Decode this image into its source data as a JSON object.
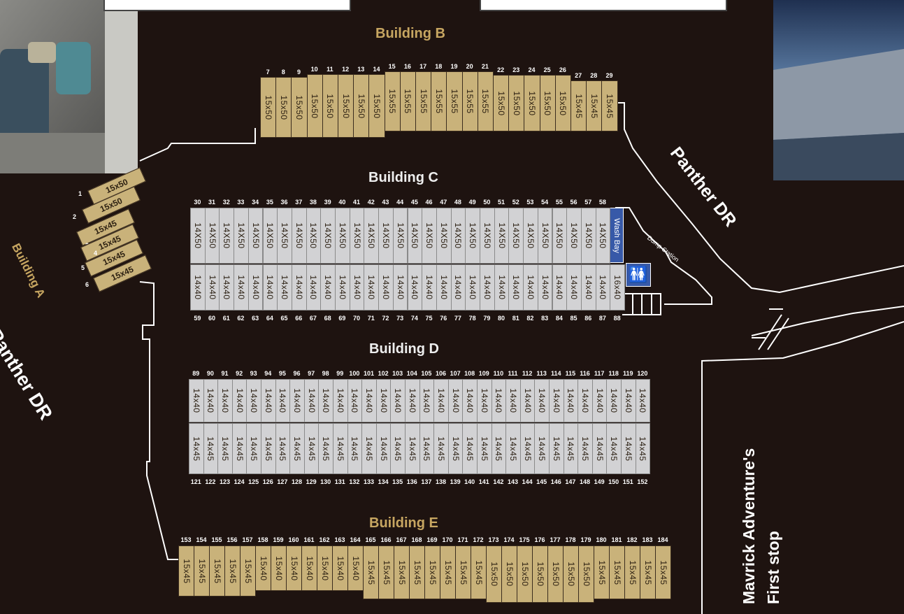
{
  "buildings": {
    "a": "Building A",
    "b": "Building B",
    "c": "Building C",
    "d": "Building D",
    "e": "Building E"
  },
  "roads": {
    "panther_left": "Panther DR",
    "panther_right": "Panther DR",
    "mavrick_line1": "Mavrick Adventure's",
    "mavrick_line2": "First stop"
  },
  "facilities": {
    "wash_bay": "Wash Bay",
    "dump_station": "Dump Station",
    "restroom_icon": "restroom-icon"
  },
  "building_a_units": [
    {
      "num": "1",
      "size": "15x50"
    },
    {
      "num": "2",
      "size": "15x50"
    },
    {
      "num": "3",
      "size": "15x45"
    },
    {
      "num": "4",
      "size": "15x45"
    },
    {
      "num": "5",
      "size": "15x45"
    },
    {
      "num": "6",
      "size": "15x45"
    }
  ],
  "building_b_units": [
    {
      "num": "7",
      "size": "15x50"
    },
    {
      "num": "8",
      "size": "15x50"
    },
    {
      "num": "9",
      "size": "15x50"
    },
    {
      "num": "10",
      "size": "15x50"
    },
    {
      "num": "11",
      "size": "15x50"
    },
    {
      "num": "12",
      "size": "15x50"
    },
    {
      "num": "13",
      "size": "15x50"
    },
    {
      "num": "14",
      "size": "15x50"
    },
    {
      "num": "15",
      "size": "15x55"
    },
    {
      "num": "16",
      "size": "15x55"
    },
    {
      "num": "17",
      "size": "15x55"
    },
    {
      "num": "18",
      "size": "15x55"
    },
    {
      "num": "19",
      "size": "15x55"
    },
    {
      "num": "20",
      "size": "15x55"
    },
    {
      "num": "21",
      "size": "15x55"
    },
    {
      "num": "22",
      "size": "15x50"
    },
    {
      "num": "23",
      "size": "15x50"
    },
    {
      "num": "24",
      "size": "15x50"
    },
    {
      "num": "25",
      "size": "15x50"
    },
    {
      "num": "26",
      "size": "15x50"
    },
    {
      "num": "27",
      "size": "15x45"
    },
    {
      "num": "28",
      "size": "15x45"
    },
    {
      "num": "29",
      "size": "15x45"
    }
  ],
  "building_c_top": [
    {
      "num": "30",
      "size": "14X50"
    },
    {
      "num": "31",
      "size": "14X50"
    },
    {
      "num": "32",
      "size": "14X50"
    },
    {
      "num": "33",
      "size": "14X50"
    },
    {
      "num": "34",
      "size": "14X50"
    },
    {
      "num": "35",
      "size": "14X50"
    },
    {
      "num": "36",
      "size": "14X50"
    },
    {
      "num": "37",
      "size": "14X50"
    },
    {
      "num": "38",
      "size": "14X50"
    },
    {
      "num": "39",
      "size": "14X50"
    },
    {
      "num": "40",
      "size": "14X50"
    },
    {
      "num": "41",
      "size": "14X50"
    },
    {
      "num": "42",
      "size": "14X50"
    },
    {
      "num": "43",
      "size": "14X50"
    },
    {
      "num": "44",
      "size": "14X50"
    },
    {
      "num": "45",
      "size": "14X50"
    },
    {
      "num": "46",
      "size": "14X50"
    },
    {
      "num": "47",
      "size": "14X50"
    },
    {
      "num": "48",
      "size": "14X50"
    },
    {
      "num": "49",
      "size": "14X50"
    },
    {
      "num": "50",
      "size": "14X50"
    },
    {
      "num": "51",
      "size": "14X50"
    },
    {
      "num": "52",
      "size": "14X50"
    },
    {
      "num": "53",
      "size": "14X50"
    },
    {
      "num": "54",
      "size": "14X50"
    },
    {
      "num": "55",
      "size": "14X50"
    },
    {
      "num": "56",
      "size": "14X50"
    },
    {
      "num": "57",
      "size": "14X50"
    },
    {
      "num": "58",
      "size": "14X50"
    }
  ],
  "building_c_bottom": [
    {
      "num": "59",
      "size": "14x40"
    },
    {
      "num": "60",
      "size": "14x40"
    },
    {
      "num": "61",
      "size": "14x40"
    },
    {
      "num": "62",
      "size": "14x40"
    },
    {
      "num": "63",
      "size": "14x40"
    },
    {
      "num": "64",
      "size": "14x40"
    },
    {
      "num": "65",
      "size": "14x40"
    },
    {
      "num": "66",
      "size": "14x40"
    },
    {
      "num": "67",
      "size": "14x40"
    },
    {
      "num": "68",
      "size": "14x40"
    },
    {
      "num": "69",
      "size": "14x40"
    },
    {
      "num": "70",
      "size": "14x40"
    },
    {
      "num": "71",
      "size": "14x40"
    },
    {
      "num": "72",
      "size": "14x40"
    },
    {
      "num": "73",
      "size": "14x40"
    },
    {
      "num": "74",
      "size": "14x40"
    },
    {
      "num": "75",
      "size": "14x40"
    },
    {
      "num": "76",
      "size": "14x40"
    },
    {
      "num": "77",
      "size": "14x40"
    },
    {
      "num": "78",
      "size": "14x40"
    },
    {
      "num": "79",
      "size": "14x40"
    },
    {
      "num": "80",
      "size": "14x40"
    },
    {
      "num": "81",
      "size": "14x40"
    },
    {
      "num": "82",
      "size": "14x40"
    },
    {
      "num": "83",
      "size": "14x40"
    },
    {
      "num": "84",
      "size": "14x40"
    },
    {
      "num": "85",
      "size": "14x40"
    },
    {
      "num": "86",
      "size": "14x40"
    },
    {
      "num": "87",
      "size": "14x40"
    },
    {
      "num": "88",
      "size": "16x40"
    }
  ],
  "building_d_top": [
    {
      "num": "89",
      "size": "14x40"
    },
    {
      "num": "90",
      "size": "14x40"
    },
    {
      "num": "91",
      "size": "14x40"
    },
    {
      "num": "92",
      "size": "14x40"
    },
    {
      "num": "93",
      "size": "14x40"
    },
    {
      "num": "94",
      "size": "14x40"
    },
    {
      "num": "95",
      "size": "14x40"
    },
    {
      "num": "96",
      "size": "14x40"
    },
    {
      "num": "97",
      "size": "14x40"
    },
    {
      "num": "98",
      "size": "14x40"
    },
    {
      "num": "99",
      "size": "14x40"
    },
    {
      "num": "100",
      "size": "14x40"
    },
    {
      "num": "101",
      "size": "14x40"
    },
    {
      "num": "102",
      "size": "14x40"
    },
    {
      "num": "103",
      "size": "14x40"
    },
    {
      "num": "104",
      "size": "14x40"
    },
    {
      "num": "105",
      "size": "14x40"
    },
    {
      "num": "106",
      "size": "14x40"
    },
    {
      "num": "107",
      "size": "14x40"
    },
    {
      "num": "108",
      "size": "14x40"
    },
    {
      "num": "109",
      "size": "14x40"
    },
    {
      "num": "110",
      "size": "14x40"
    },
    {
      "num": "111",
      "size": "14x40"
    },
    {
      "num": "112",
      "size": "14x40"
    },
    {
      "num": "113",
      "size": "14x40"
    },
    {
      "num": "114",
      "size": "14x40"
    },
    {
      "num": "115",
      "size": "14x40"
    },
    {
      "num": "116",
      "size": "14x40"
    },
    {
      "num": "117",
      "size": "14x40"
    },
    {
      "num": "118",
      "size": "14x40"
    },
    {
      "num": "119",
      "size": "14x40"
    },
    {
      "num": "120",
      "size": "14x40"
    }
  ],
  "building_d_bottom": [
    {
      "num": "121",
      "size": "14x45"
    },
    {
      "num": "122",
      "size": "14x45"
    },
    {
      "num": "123",
      "size": "14x45"
    },
    {
      "num": "124",
      "size": "14x45"
    },
    {
      "num": "125",
      "size": "14x45"
    },
    {
      "num": "126",
      "size": "14x45"
    },
    {
      "num": "127",
      "size": "14x45"
    },
    {
      "num": "128",
      "size": "14x45"
    },
    {
      "num": "129",
      "size": "14x45"
    },
    {
      "num": "130",
      "size": "14x45"
    },
    {
      "num": "131",
      "size": "14x45"
    },
    {
      "num": "132",
      "size": "14x45"
    },
    {
      "num": "133",
      "size": "14x45"
    },
    {
      "num": "134",
      "size": "14x45"
    },
    {
      "num": "135",
      "size": "14x45"
    },
    {
      "num": "136",
      "size": "14x45"
    },
    {
      "num": "137",
      "size": "14x45"
    },
    {
      "num": "138",
      "size": "14x45"
    },
    {
      "num": "139",
      "size": "14x45"
    },
    {
      "num": "140",
      "size": "14x45"
    },
    {
      "num": "141",
      "size": "14x45"
    },
    {
      "num": "142",
      "size": "14x45"
    },
    {
      "num": "143",
      "size": "14x45"
    },
    {
      "num": "144",
      "size": "14x45"
    },
    {
      "num": "145",
      "size": "14x45"
    },
    {
      "num": "146",
      "size": "14x45"
    },
    {
      "num": "147",
      "size": "14x45"
    },
    {
      "num": "148",
      "size": "14x45"
    },
    {
      "num": "149",
      "size": "14x45"
    },
    {
      "num": "150",
      "size": "14x45"
    },
    {
      "num": "151",
      "size": "14x45"
    },
    {
      "num": "152",
      "size": "14x45"
    }
  ],
  "building_e_units": [
    {
      "num": "153",
      "size": "15x45"
    },
    {
      "num": "154",
      "size": "15x45"
    },
    {
      "num": "155",
      "size": "15x45"
    },
    {
      "num": "156",
      "size": "15x45"
    },
    {
      "num": "157",
      "size": "15x45"
    },
    {
      "num": "158",
      "size": "15x40"
    },
    {
      "num": "159",
      "size": "15x40"
    },
    {
      "num": "160",
      "size": "15x40"
    },
    {
      "num": "161",
      "size": "15x40"
    },
    {
      "num": "162",
      "size": "15x40"
    },
    {
      "num": "163",
      "size": "15x40"
    },
    {
      "num": "164",
      "size": "15x40"
    },
    {
      "num": "165",
      "size": "15x45"
    },
    {
      "num": "166",
      "size": "15x45"
    },
    {
      "num": "167",
      "size": "15x45"
    },
    {
      "num": "168",
      "size": "15x45"
    },
    {
      "num": "169",
      "size": "15x45"
    },
    {
      "num": "170",
      "size": "15x45"
    },
    {
      "num": "171",
      "size": "15x45"
    },
    {
      "num": "172",
      "size": "15x45"
    },
    {
      "num": "173",
      "size": "15x50"
    },
    {
      "num": "174",
      "size": "15x50"
    },
    {
      "num": "175",
      "size": "15x50"
    },
    {
      "num": "176",
      "size": "15x50"
    },
    {
      "num": "177",
      "size": "15x50"
    },
    {
      "num": "178",
      "size": "15x50"
    },
    {
      "num": "179",
      "size": "15x50"
    },
    {
      "num": "180",
      "size": "15x45"
    },
    {
      "num": "181",
      "size": "15x45"
    },
    {
      "num": "182",
      "size": "15x45"
    },
    {
      "num": "183",
      "size": "15x45"
    },
    {
      "num": "184",
      "size": "15x45"
    }
  ],
  "colors": {
    "background": "#1e1310",
    "unit_tan": "#c9b27a",
    "unit_grey": "#d2d2d4",
    "building_label_gold": "#c7a661",
    "wash_bay_blue": "#3759a8"
  }
}
